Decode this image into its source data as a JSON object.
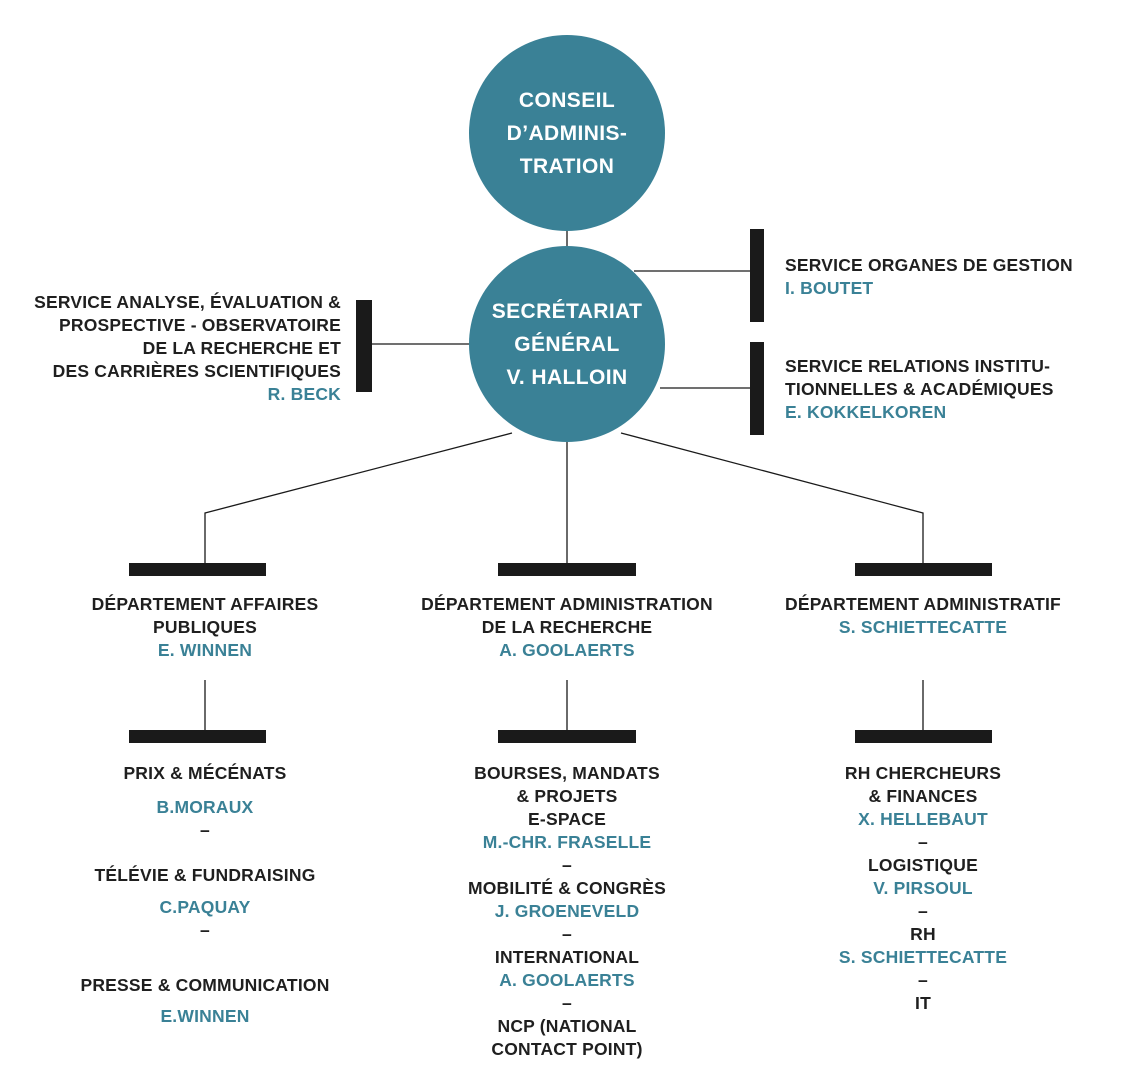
{
  "colors": {
    "accent": "#3a8196",
    "bars": "#1a1a1a",
    "text": "#1f1f1f"
  },
  "conseil": {
    "line1": "CONSEIL",
    "line2": "D’ADMINIS-",
    "line3": "TRATION"
  },
  "secretariat": {
    "line1": "SECRÉTARIAT",
    "line2": "GÉNÉRAL",
    "line3": "V. HALLOIN"
  },
  "service_analyse": {
    "line1": "SERVICE ANALYSE, ÉVALUATION &",
    "line2": "PROSPECTIVE - OBSERVATOIRE",
    "line3": "DE LA RECHERCHE ET",
    "line4": "DES CARRIÈRES SCIENTIFIQUES",
    "person": "R. BECK"
  },
  "service_organes": {
    "title": "SERVICE ORGANES DE GESTION",
    "person": "I. BOUTET"
  },
  "service_relations": {
    "line1": "SERVICE RELATIONS INSTITU-",
    "line2": "TIONNELLES & ACADÉMIQUES",
    "person": "E. KOKKELKOREN"
  },
  "dept_affaires": {
    "line1": "DÉPARTEMENT AFFAIRES",
    "line2": "PUBLIQUES",
    "person": "E. WINNEN"
  },
  "dept_admin_recherche": {
    "line1": "DÉPARTEMENT ADMINISTRATION",
    "line2": "DE LA RECHERCHE",
    "person": "A. GOOLAERTS"
  },
  "dept_administratif": {
    "line1": "DÉPARTEMENT ADMINISTRATIF",
    "person": "S. SCHIETTECATTE"
  },
  "left_units": {
    "u1_title": "PRIX & MÉCÉNATS",
    "u1_person": "B.MORAUX",
    "sep1": "–",
    "u2_title": "TÉLÉVIE & FUNDRAISING",
    "u2_person": "C.PAQUAY",
    "sep2": "–",
    "u3_title": "PRESSE & COMMUNICATION",
    "u3_person": "E.WINNEN"
  },
  "middle_units": {
    "u1_line1": "BOURSES, MANDATS",
    "u1_line2": "& PROJETS",
    "u1_line3": "E-SPACE",
    "u1_person": "M.-CHR. FRASELLE",
    "sep1": "–",
    "u2_title": "MOBILITÉ & CONGRÈS",
    "u2_person": "J. GROENEVELD",
    "sep2": "–",
    "u3_title": "INTERNATIONAL",
    "u3_person": "A. GOOLAERTS",
    "sep3": "–",
    "u4_line1": "NCP (NATIONAL",
    "u4_line2": "CONTACT POINT)"
  },
  "right_units": {
    "u1_line1": "RH CHERCHEURS",
    "u1_line2": "& FINANCES",
    "u1_person": "X. HELLEBAUT",
    "sep1": "–",
    "u2_title": "LOGISTIQUE",
    "u2_person": "V. PIRSOUL",
    "sep2": "–",
    "u3_title": "RH",
    "u3_person": "S. SCHIETTECATTE",
    "sep3": "–",
    "u4_title": "IT"
  }
}
